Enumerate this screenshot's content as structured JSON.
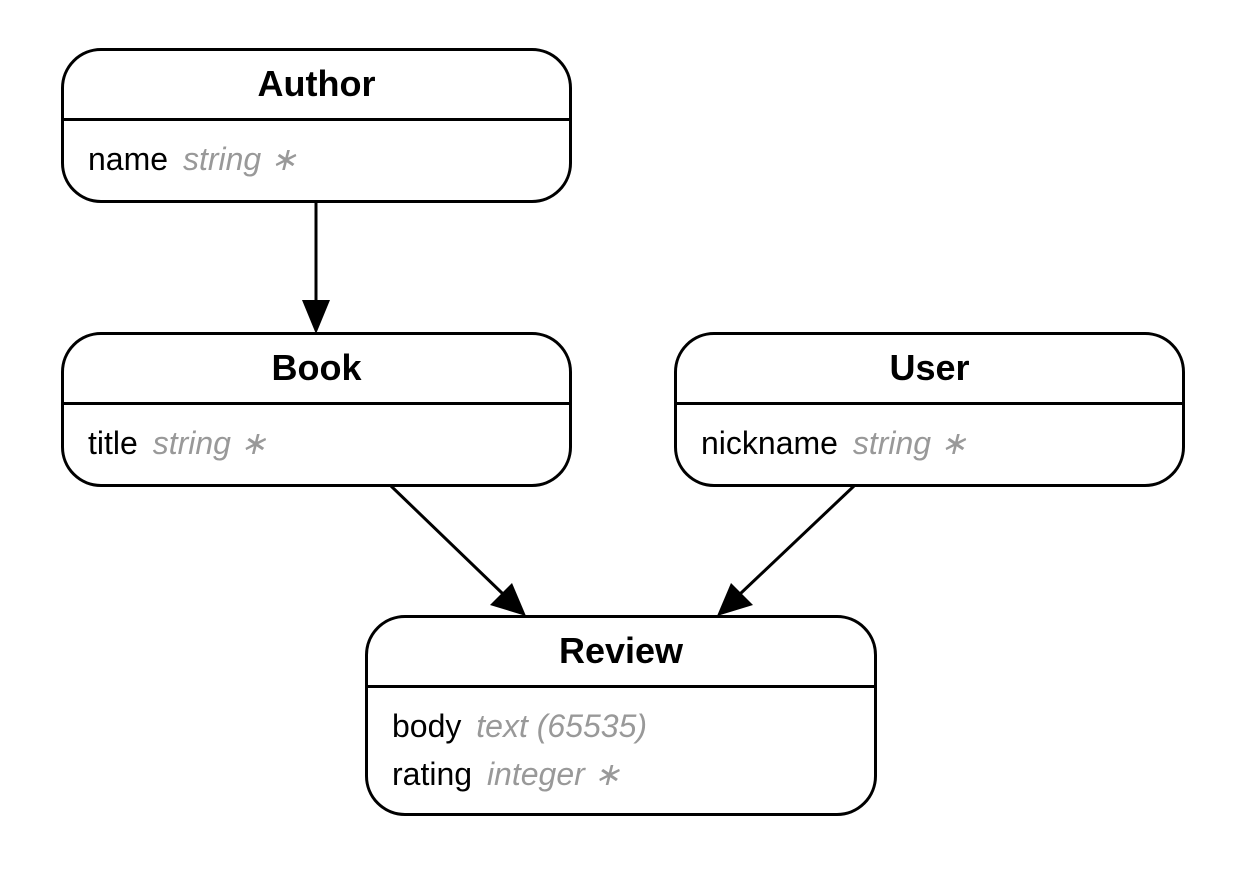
{
  "colors": {
    "stroke": "#000000",
    "type_text": "#999999",
    "background": "#ffffff"
  },
  "entities": [
    {
      "id": "author",
      "title": "Author",
      "attributes": [
        {
          "name": "name",
          "type": "string ∗"
        }
      ]
    },
    {
      "id": "book",
      "title": "Book",
      "attributes": [
        {
          "name": "title",
          "type": "string ∗"
        }
      ]
    },
    {
      "id": "user",
      "title": "User",
      "attributes": [
        {
          "name": "nickname",
          "type": "string ∗"
        }
      ]
    },
    {
      "id": "review",
      "title": "Review",
      "attributes": [
        {
          "name": "body",
          "type": "text (65535)"
        },
        {
          "name": "rating",
          "type": "integer ∗"
        }
      ]
    }
  ],
  "edges": [
    {
      "from": "author",
      "to": "book"
    },
    {
      "from": "book",
      "to": "review"
    },
    {
      "from": "user",
      "to": "review"
    }
  ]
}
